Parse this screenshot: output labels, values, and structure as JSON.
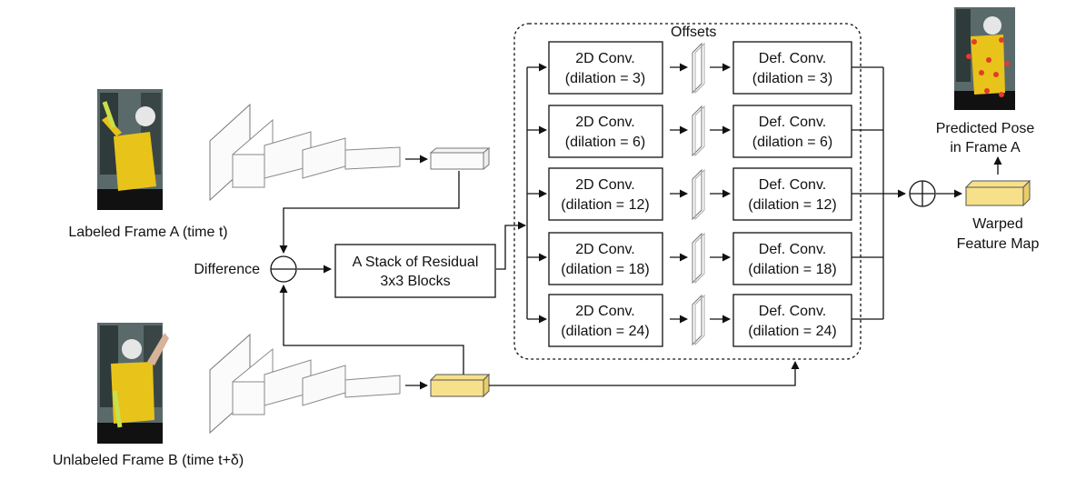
{
  "frame_a_label": "Labeled Frame A (time t)",
  "frame_b_label": "Unlabeled Frame B (time t+δ)",
  "difference_label": "Difference",
  "residual_stack": [
    "A Stack of Residual",
    "3x3 Blocks"
  ],
  "offsets_label": "Offsets",
  "conv_rows": [
    {
      "conv2d": [
        "2D Conv.",
        "(dilation = 3)"
      ],
      "defconv": [
        "Def. Conv.",
        "(dilation = 3)"
      ]
    },
    {
      "conv2d": [
        "2D Conv.",
        "(dilation = 6)"
      ],
      "defconv": [
        "Def. Conv.",
        "(dilation = 6)"
      ]
    },
    {
      "conv2d": [
        "2D Conv.",
        "(dilation = 12)"
      ],
      "defconv": [
        "Def. Conv.",
        "(dilation = 12)"
      ]
    },
    {
      "conv2d": [
        "2D Conv.",
        "(dilation = 18)"
      ],
      "defconv": [
        "Def. Conv.",
        "(dilation = 18)"
      ]
    },
    {
      "conv2d": [
        "2D Conv.",
        "(dilation = 24)"
      ],
      "defconv": [
        "Def. Conv.",
        "(dilation = 24)"
      ]
    }
  ],
  "predicted_pose_label": [
    "Predicted Pose",
    "in Frame A"
  ],
  "warped_feature_label": [
    "Warped",
    "Feature Map"
  ],
  "colors": {
    "feature_yellow": "#f7e08a",
    "keypoint_red": "#e23b2a",
    "jersey_yellow": "#e8c31a"
  }
}
